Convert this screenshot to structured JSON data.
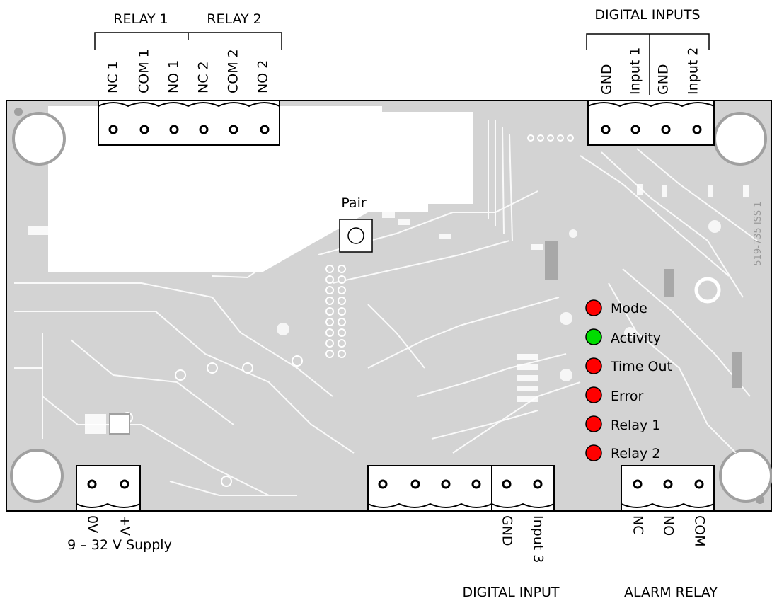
{
  "relay_header": {
    "relay1": "RELAY 1",
    "relay2": "RELAY 2",
    "pins": [
      "NC 1",
      "COM 1",
      "NO 1",
      "NC 2",
      "COM 2",
      "NO 2"
    ]
  },
  "digital_inputs_header": {
    "title": "DIGITAL INPUTS",
    "pins": [
      "GND",
      "Input 1",
      "GND",
      "Input 2"
    ]
  },
  "pair_button": {
    "label": "Pair"
  },
  "leds": [
    {
      "label": "Mode",
      "color": "#ff0000"
    },
    {
      "label": "Activity",
      "color": "#00dd00"
    },
    {
      "label": "Time Out",
      "color": "#ff0000"
    },
    {
      "label": "Error",
      "color": "#ff0000"
    },
    {
      "label": "Relay 1",
      "color": "#ff0000"
    },
    {
      "label": "Relay 2",
      "color": "#ff0000"
    }
  ],
  "board_marking": "519-735 ISS 1",
  "supply": {
    "pins": [
      "0V",
      "+V"
    ],
    "caption": "9 – 32 V Supply"
  },
  "digital_input": {
    "pins": [
      "GND",
      "Input 3"
    ],
    "caption": "DIGITAL INPUT"
  },
  "alarm_relay": {
    "pins": [
      "NC",
      "NO",
      "COM"
    ],
    "caption": "ALARM RELAY"
  }
}
